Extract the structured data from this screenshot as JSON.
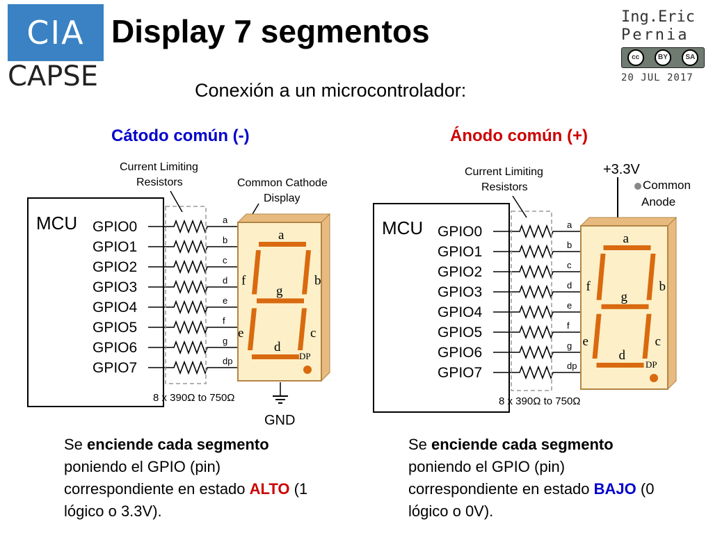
{
  "logo": {
    "top": "CIA",
    "bottom": "CAPSE"
  },
  "title": "Display 7 segmentos",
  "author": {
    "line1": "Ing.Eric",
    "line2": "Pernia",
    "date": "20 JUL 2017",
    "cc_labels": [
      "cc",
      "BY",
      "SA"
    ]
  },
  "subtitle": "Conexión a un microcontrolador:",
  "left": {
    "heading": "Cátodo común (-)",
    "resistor_label_1": "Current Limiting",
    "resistor_label_2": "Resistors",
    "display_label_1": "Common Cathode",
    "display_label_2": "Display",
    "range": "8 x 390Ω to 750Ω",
    "ground": "GND",
    "desc_pre": "Se ",
    "desc_bold": "enciende cada segmento",
    "desc_mid": "poniendo el GPIO (pin) correspondiente en estado",
    "desc_key": "ALTO",
    "desc_end": " (1 lógico o 3.3V)."
  },
  "right": {
    "heading": "Ánodo común (+)",
    "resistor_label_1": "Current Limiting",
    "resistor_label_2": "Resistors",
    "supply": "+3.3V",
    "display_label_1": "Common",
    "display_label_2": "Anode",
    "range": "8 x 390Ω to 750Ω",
    "desc_pre": "Se ",
    "desc_bold": "enciende cada segmento",
    "desc_mid": "poniendo el GPIO (pin) correspondiente en estado",
    "desc_key": "BAJO",
    "desc_end": " (0 lógico o 0V)."
  },
  "mcu": "MCU",
  "gpios": [
    "GPIO0",
    "GPIO1",
    "GPIO2",
    "GPIO3",
    "GPIO4",
    "GPIO5",
    "GPIO6",
    "GPIO7"
  ],
  "pins": [
    "a",
    "b",
    "c",
    "d",
    "e",
    "f",
    "g",
    "dp"
  ],
  "segments": {
    "a": "a",
    "b": "b",
    "c": "c",
    "d": "d",
    "e": "e",
    "f": "f",
    "g": "g",
    "dp": "DP"
  },
  "colors": {
    "segment": "#d96a10",
    "display_bg": "#fdf0c8",
    "display_frame": "#e7bb7f"
  }
}
